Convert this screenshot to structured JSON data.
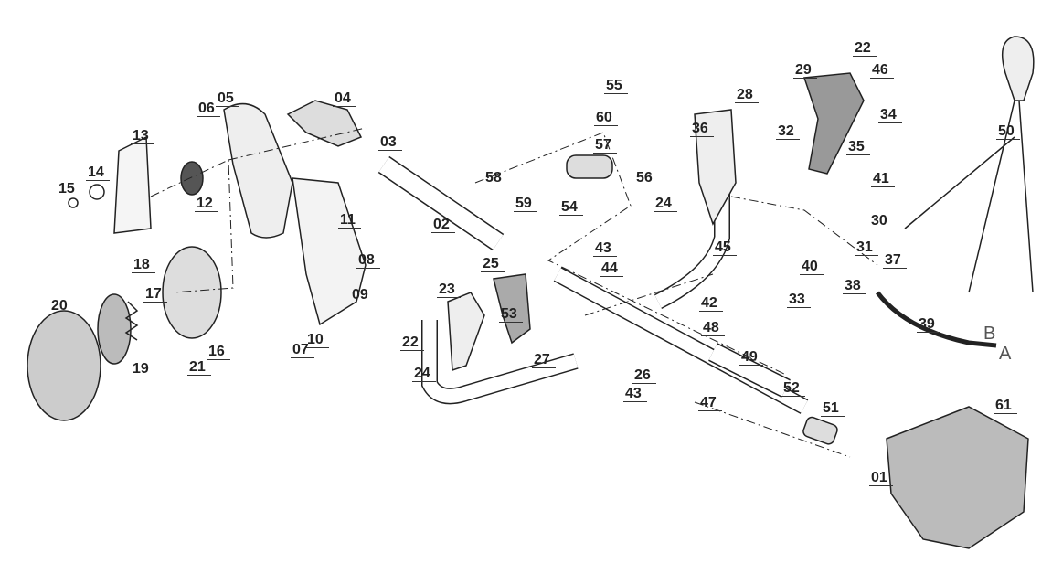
{
  "diagram": {
    "type": "exploded parts diagram",
    "part_labels": [
      "22",
      "29",
      "46",
      "28",
      "55",
      "05",
      "04",
      "06",
      "13",
      "60",
      "34",
      "36",
      "32",
      "03",
      "57",
      "35",
      "50",
      "14",
      "58",
      "56",
      "41",
      "15",
      "59",
      "54",
      "12",
      "11",
      "02",
      "24",
      "30",
      "31",
      "43",
      "45",
      "40",
      "37",
      "44",
      "38",
      "08",
      "18",
      "25",
      "09",
      "23",
      "17",
      "33",
      "20",
      "53",
      "42",
      "39",
      "22",
      "10",
      "07",
      "16",
      "48",
      "21",
      "19",
      "49",
      "27",
      "26",
      "24",
      "43",
      "47",
      "52",
      "51",
      "61",
      "01"
    ],
    "wire_labels": {
      "b": "B",
      "a": "A"
    },
    "colors": {
      "line": "#222222",
      "background": "#ffffff"
    }
  }
}
